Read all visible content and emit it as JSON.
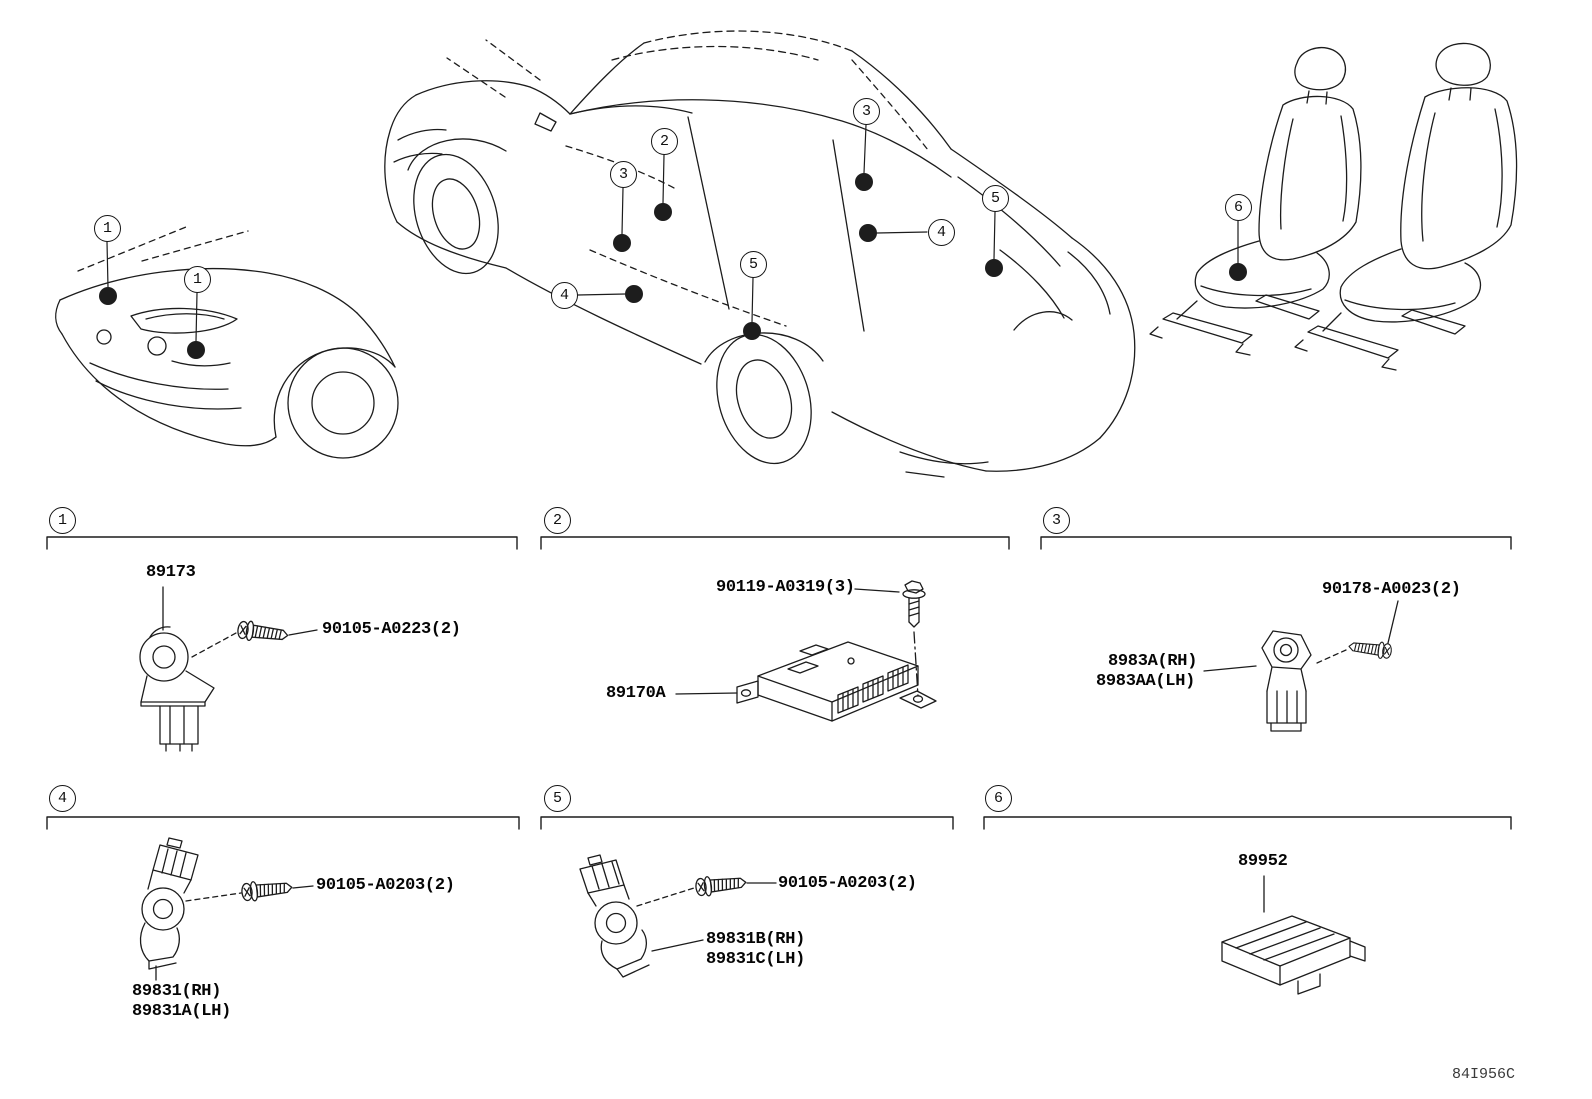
{
  "illustration": {
    "vehicle_callouts": [
      "1",
      "1",
      "3",
      "2",
      "3",
      "4",
      "5",
      "4",
      "5",
      "6"
    ]
  },
  "sections": {
    "s1": {
      "num": "1",
      "part": "89173",
      "fastener": "90105-A0223(2)"
    },
    "s2": {
      "num": "2",
      "part": "89170A",
      "fastener": "90119-A0319(3)"
    },
    "s3": {
      "num": "3",
      "part_rh": "8983A(RH)",
      "part_lh": "8983AA(LH)",
      "fastener": "90178-A0023(2)"
    },
    "s4": {
      "num": "4",
      "part_rh": "89831(RH)",
      "part_lh": "89831A(LH)",
      "fastener": "90105-A0203(2)"
    },
    "s5": {
      "num": "5",
      "part_rh": "89831B(RH)",
      "part_lh": "89831C(LH)",
      "fastener": "90105-A0203(2)"
    },
    "s6": {
      "num": "6",
      "part": "89952"
    }
  },
  "footer": {
    "diagram_code": "84I956C"
  }
}
